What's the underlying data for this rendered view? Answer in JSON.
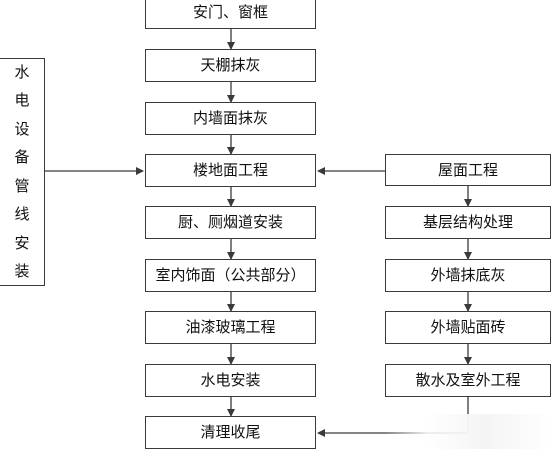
{
  "left_column": [
    "安门、窗框",
    "天棚抹灰",
    "内墙面抹灰",
    "楼地面工程",
    "厨、厕烟道安装",
    "室内饰面（公共部分）",
    "油漆玻璃工程",
    "水电安装",
    "清理收尾"
  ],
  "right_column": [
    "屋面工程",
    "基层结构处理",
    "外墙抹底灰",
    "外墙贴面砖",
    "散水及室外工程"
  ],
  "side_box_chars": [
    "水",
    "电",
    "设",
    "备",
    "管",
    "线",
    "安",
    "装"
  ],
  "colors": {
    "line": "#3a3a3a",
    "border": "#3a3a3a",
    "text": "#111111"
  }
}
